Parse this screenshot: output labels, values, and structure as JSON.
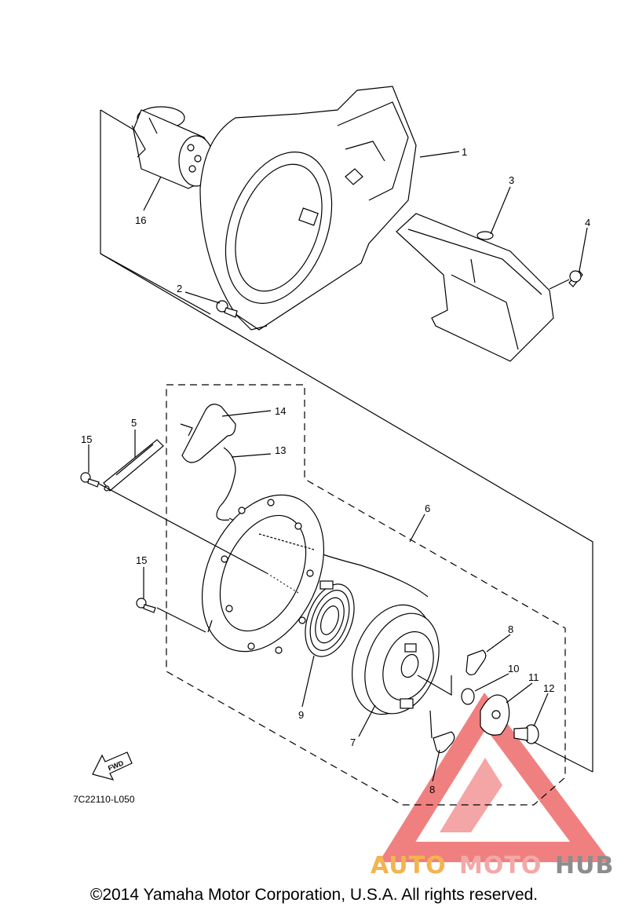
{
  "diagram": {
    "part_numbers": {
      "p1": "1",
      "p2": "2",
      "p3": "3",
      "p4": "4",
      "p5": "5",
      "p6": "6",
      "p7": "7",
      "p8a": "8",
      "p8b": "8",
      "p9": "9",
      "p10": "10",
      "p11": "11",
      "p12": "12",
      "p13": "13",
      "p14": "14",
      "p15a": "15",
      "p15b": "15",
      "p16": "16"
    },
    "fwd_label": "FWD",
    "figure_code": "7C22110-L050"
  },
  "watermark": {
    "brand_part1": "AUTO",
    "brand_part2": "MOTO",
    "brand_part3": "HUB",
    "colors": {
      "auto": "#f3b44f",
      "moto": "#f4a8a8",
      "hub": "#8d8d8d",
      "triangle": "#ee6a6a"
    }
  },
  "footer": {
    "copyright": "©2014 Yamaha Motor Corporation, U.S.A. All rights reserved."
  }
}
